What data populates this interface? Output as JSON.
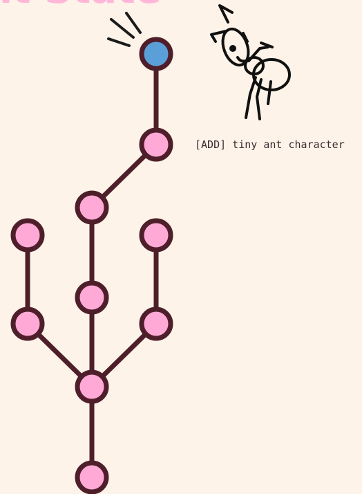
{
  "title": "nt State",
  "annotation": "[ADD] tiny ant character",
  "colors": {
    "background": "#fdf3e8",
    "title": "#ffb6d9",
    "edge": "#4e1f2a",
    "node_fill": "#ffaad6",
    "current_node_fill": "#5b9fd8"
  },
  "nodes": [
    {
      "id": "head",
      "current": true
    },
    {
      "id": "c2"
    },
    {
      "id": "c3"
    },
    {
      "id": "c4"
    },
    {
      "id": "merge"
    },
    {
      "id": "root"
    },
    {
      "id": "left-top"
    },
    {
      "id": "left-bottom"
    },
    {
      "id": "right-top"
    },
    {
      "id": "right-bottom"
    }
  ],
  "edges": [
    [
      "head",
      "c2"
    ],
    [
      "c2",
      "c3"
    ],
    [
      "c3",
      "c4"
    ],
    [
      "c4",
      "merge"
    ],
    [
      "merge",
      "root"
    ],
    [
      "left-top",
      "left-bottom"
    ],
    [
      "left-bottom",
      "merge"
    ],
    [
      "right-top",
      "right-bottom"
    ],
    [
      "right-bottom",
      "merge"
    ]
  ]
}
